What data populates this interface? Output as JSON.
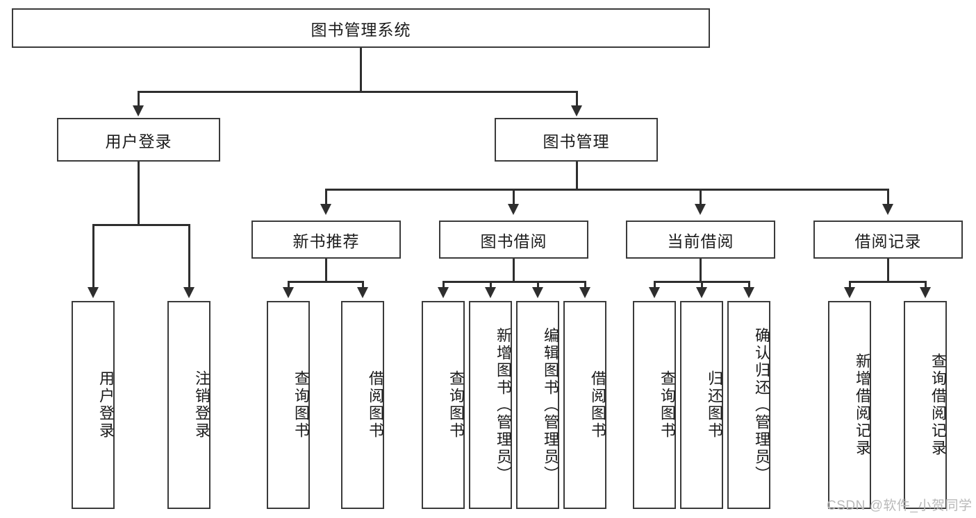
{
  "diagram": {
    "type": "tree-hierarchy-diagram",
    "title": "图书管理系统",
    "root": {
      "label": "图书管理系统"
    },
    "level2": [
      {
        "id": "user-login",
        "label": "用户登录"
      },
      {
        "id": "book-management",
        "label": "图书管理"
      }
    ],
    "level3": [
      {
        "id": "new-book-recommend",
        "label": "新书推荐",
        "parent": "book-management"
      },
      {
        "id": "book-borrow",
        "label": "图书借阅",
        "parent": "book-management"
      },
      {
        "id": "current-borrow",
        "label": "当前借阅",
        "parent": "book-management"
      },
      {
        "id": "borrow-record",
        "label": "借阅记录",
        "parent": "book-management"
      }
    ],
    "leaves": {
      "user_login": [
        {
          "id": "leaf-user-login",
          "label": "用户登录"
        },
        {
          "id": "leaf-logout-login",
          "label": "注销登录"
        }
      ],
      "new_book_recommend": [
        {
          "id": "leaf-query-book-1",
          "label": "查询图书"
        },
        {
          "id": "leaf-borrow-book-1",
          "label": "借阅图书"
        }
      ],
      "book_borrow": [
        {
          "id": "leaf-query-book-2",
          "label": "查询图书"
        },
        {
          "id": "leaf-add-book",
          "label": "新增图书（管理员）"
        },
        {
          "id": "leaf-edit-book",
          "label": "编辑图书（管理员）"
        },
        {
          "id": "leaf-borrow-book-2",
          "label": "借阅图书"
        }
      ],
      "current_borrow": [
        {
          "id": "leaf-query-book-3",
          "label": "查询图书"
        },
        {
          "id": "leaf-return-book",
          "label": "归还图书"
        },
        {
          "id": "leaf-confirm-return",
          "label": "确认归还（管理员）"
        }
      ],
      "borrow_record": [
        {
          "id": "leaf-add-borrow-record",
          "label": "新增借阅记录"
        },
        {
          "id": "leaf-query-borrow-record",
          "label": "查询借阅记录"
        }
      ]
    }
  },
  "watermark": {
    "text": "CSDN @软件_小贺同学"
  },
  "colors": {
    "box_border": "#3a3a3a",
    "connector": "#2e2e2e",
    "text": "#1b1b1b",
    "background": "#ffffff",
    "watermark": "#b9b9b9"
  }
}
